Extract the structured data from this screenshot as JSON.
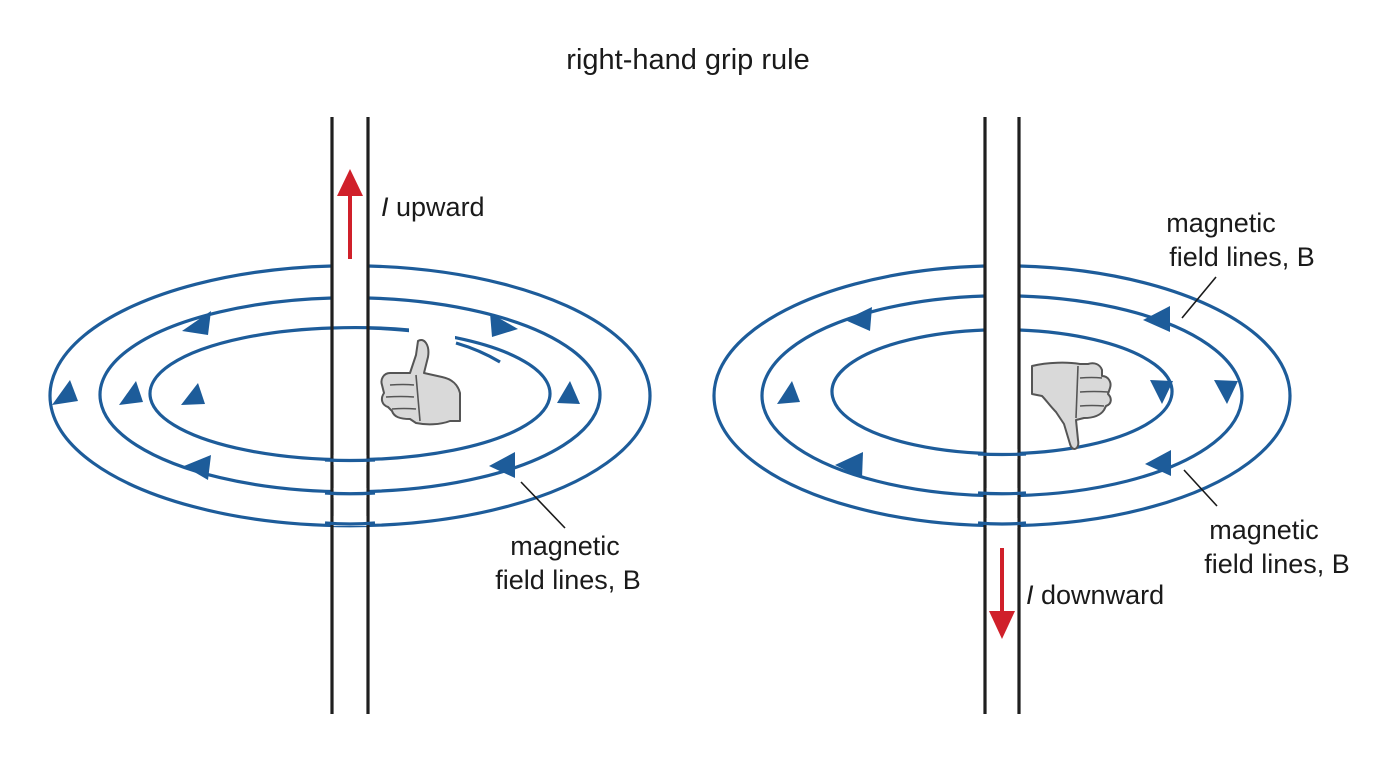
{
  "title": "right-hand grip rule",
  "left_panel": {
    "current_symbol": "I",
    "current_label": " upward",
    "field_label_line1": "magnetic",
    "field_label_line2": "field lines, B",
    "hand_icon": "thumbs-up-icon"
  },
  "right_panel": {
    "current_symbol": "I",
    "current_label": " downward",
    "field_label_top_line1": "magnetic",
    "field_label_top_line2": "field lines, B",
    "field_label_bottom_line1": "magnetic",
    "field_label_bottom_line2": "field lines, B",
    "hand_icon": "thumbs-down-icon"
  },
  "colors": {
    "field_lines": "#1d5c9a",
    "current_arrow": "#d0202a",
    "wire": "#1f1f1f"
  }
}
